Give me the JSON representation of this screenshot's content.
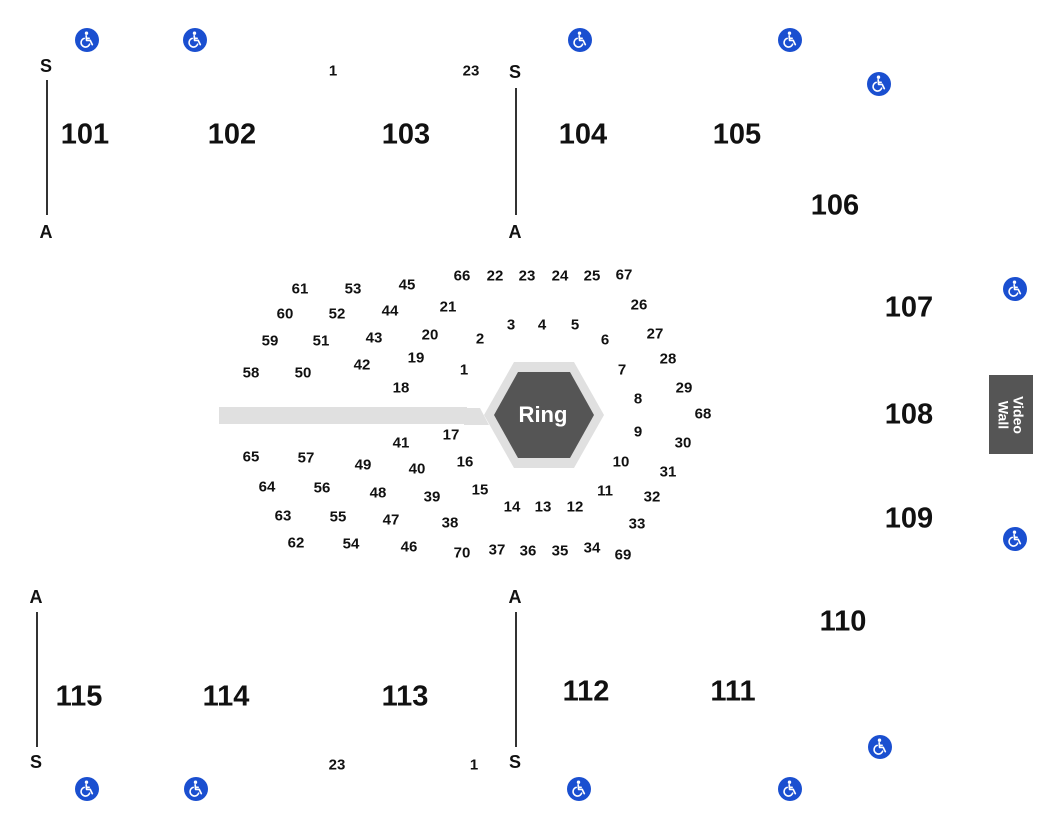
{
  "colors": {
    "accessible": "#1a4fd0",
    "ring": "#555555",
    "ring_border": "#e0e0e0",
    "video_wall": "#555555"
  },
  "sections": [
    "101",
    "102",
    "103",
    "104",
    "105",
    "106",
    "107",
    "108",
    "109",
    "110",
    "111",
    "112",
    "113",
    "114",
    "115"
  ],
  "aisle_letters": [
    "S",
    "A",
    "S",
    "A",
    "A",
    "S",
    "A",
    "S"
  ],
  "row_labels": [
    "1",
    "23",
    "23",
    "1"
  ],
  "ring_label": "Ring",
  "video_wall_label": "Video Wall",
  "accessible_icon": "wheelchair-icon",
  "floor_seats": [
    "1",
    "2",
    "3",
    "4",
    "5",
    "6",
    "7",
    "8",
    "9",
    "10",
    "11",
    "12",
    "13",
    "14",
    "15",
    "16",
    "17",
    "18",
    "19",
    "20",
    "21",
    "22",
    "23",
    "24",
    "25",
    "26",
    "27",
    "28",
    "29",
    "30",
    "31",
    "32",
    "33",
    "34",
    "35",
    "36",
    "37",
    "38",
    "39",
    "40",
    "41",
    "42",
    "43",
    "44",
    "45",
    "46",
    "47",
    "48",
    "49",
    "50",
    "51",
    "52",
    "53",
    "54",
    "55",
    "56",
    "57",
    "58",
    "59",
    "60",
    "61",
    "62",
    "63",
    "64",
    "65",
    "66",
    "67",
    "68",
    "69",
    "70"
  ]
}
